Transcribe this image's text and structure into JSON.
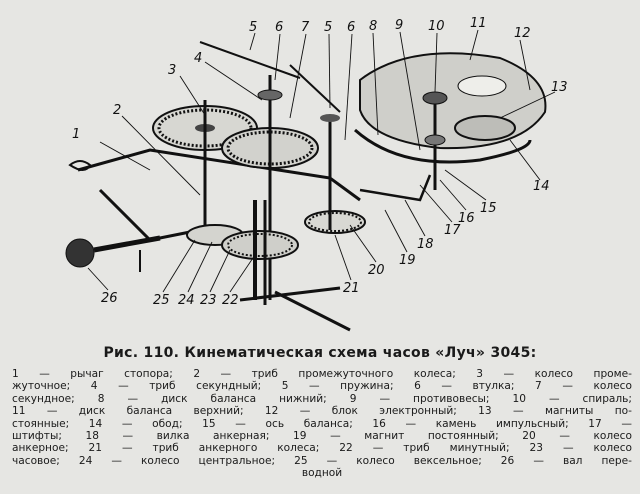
{
  "figure": {
    "labels": [
      {
        "id": "1",
        "text": "1"
      },
      {
        "id": "2",
        "text": "2"
      },
      {
        "id": "3",
        "text": "3"
      },
      {
        "id": "4",
        "text": "4"
      },
      {
        "id": "5a",
        "text": "5"
      },
      {
        "id": "6a",
        "text": "6"
      },
      {
        "id": "7",
        "text": "7"
      },
      {
        "id": "5b",
        "text": "5"
      },
      {
        "id": "6b",
        "text": "6"
      },
      {
        "id": "8",
        "text": "8"
      },
      {
        "id": "9",
        "text": "9"
      },
      {
        "id": "10",
        "text": "10"
      },
      {
        "id": "11",
        "text": "11"
      },
      {
        "id": "12",
        "text": "12"
      },
      {
        "id": "13",
        "text": "13"
      },
      {
        "id": "14",
        "text": "14"
      },
      {
        "id": "15",
        "text": "15"
      },
      {
        "id": "16",
        "text": "16"
      },
      {
        "id": "17",
        "text": "17"
      },
      {
        "id": "18",
        "text": "18"
      },
      {
        "id": "19",
        "text": "19"
      },
      {
        "id": "20",
        "text": "20"
      },
      {
        "id": "21",
        "text": "21"
      },
      {
        "id": "22",
        "text": "22"
      },
      {
        "id": "23",
        "text": "23"
      },
      {
        "id": "24",
        "text": "24"
      },
      {
        "id": "25",
        "text": "25"
      },
      {
        "id": "26",
        "text": "26"
      }
    ]
  },
  "caption": {
    "title": "Рис. 110. Кинематическая схема часов «Луч» 3045:",
    "legend_lines": [
      "1 — рычаг стопора; 2 — триб промежуточного колеса; 3 — колесо проме-",
      "жуточное; 4 — триб секундный; 5 — пружина; 6 — втулка; 7 — колесо",
      "секундное; 8 — диск баланса нижний; 9 — противовесы; 10 — спираль;",
      "11 — диск баланса верхний; 12 — блок электронный; 13 — магниты по-",
      "стоянные; 14 — обод; 15 — ось баланса; 16 — камень импульсный; 17 —",
      "штифты; 18 — вилка анкерная; 19 — магнит постоянный; 20 — колесо",
      "анкерное; 21 — триб анкерного колеса; 22 — триб минутный; 23 — колесо",
      "часовое; 24 — колесо центральное; 25 — колесо вексельное; 26 — вал пере-",
      "водной"
    ]
  }
}
